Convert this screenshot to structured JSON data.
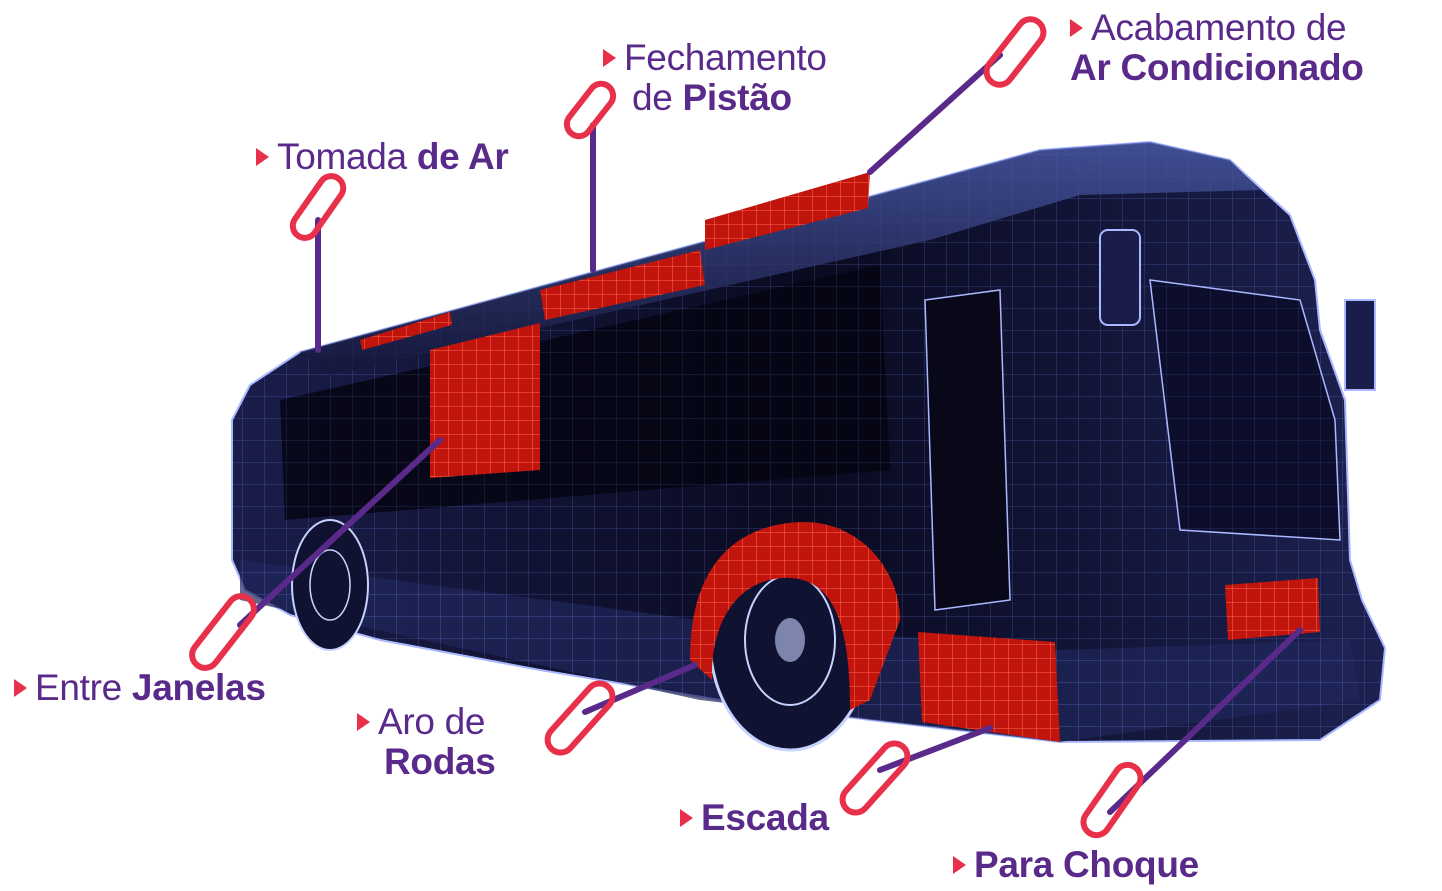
{
  "colors": {
    "accent": "#e8304a",
    "text": "#5a2a8a",
    "leader": "#5a2a8a",
    "wireframe": "#8fa8ff",
    "bus_dark": "#0b0b24",
    "highlight": "#ff2a1a"
  },
  "labels": {
    "acabamento": {
      "light": "Acabamento de",
      "bold": "Ar Condicionado"
    },
    "fechamento": {
      "light": "Fechamento",
      "light2": "de",
      "bold": "Pistão"
    },
    "tomada": {
      "light": "Tomada",
      "bold": "de Ar"
    },
    "entre": {
      "light": "Entre",
      "bold": "Janelas"
    },
    "aro": {
      "light": "Aro de",
      "bold": "Rodas"
    },
    "escada": {
      "bold": "Escada"
    },
    "para_choque": {
      "bold": "Para Choque"
    }
  },
  "icons": {
    "marker": "arrow-right-icon",
    "connector": "pin-icon"
  }
}
